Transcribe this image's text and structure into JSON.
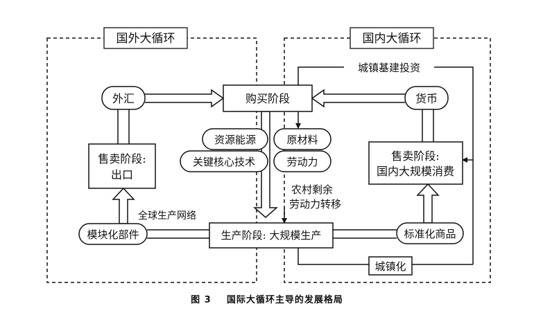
{
  "regions": {
    "foreign_label": "国外大循环",
    "domestic_label": "国内大循环"
  },
  "nodes": {
    "purchase_stage": "购买阶段",
    "foreign_exchange": "外汇",
    "currency": "货币",
    "sale_export_line1": "售卖阶段:",
    "sale_export_line2": "出口",
    "sale_domestic_line1": "售卖阶段:",
    "sale_domestic_line2": "国内大规模消费",
    "resources_energy": "资源能源",
    "key_core_tech": "关键核心技术",
    "raw_materials": "原材料",
    "labor": "劳动力",
    "production_stage": "生产阶段: 大规模生产",
    "modular_parts": "模块化部件",
    "standardized_goods": "标准化商品",
    "urbanization": "城镇化"
  },
  "labels": {
    "urban_infrastructure_investment": "城镇基建投资",
    "rural_surplus_line1": "农村剩余",
    "rural_surplus_line2": "劳动力转移",
    "global_production_network": "全球生产网络"
  },
  "caption": {
    "figure_number": "图 3",
    "title": "国际大循环主导的发展格局"
  }
}
